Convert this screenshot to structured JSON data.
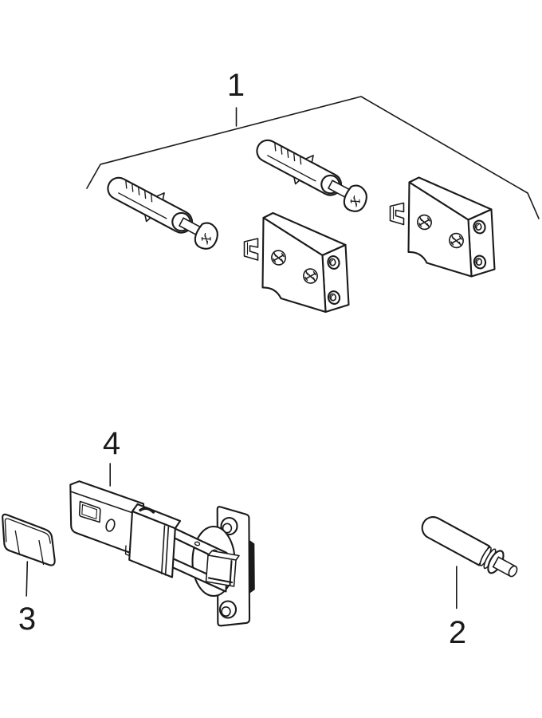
{
  "figure": {
    "background_color": "#ffffff",
    "line_color": "#1a1a1a",
    "callouts": {
      "part1": {
        "label": "1"
      },
      "part2": {
        "label": "2"
      },
      "part3": {
        "label": "3"
      },
      "part4": {
        "label": "4"
      }
    }
  }
}
